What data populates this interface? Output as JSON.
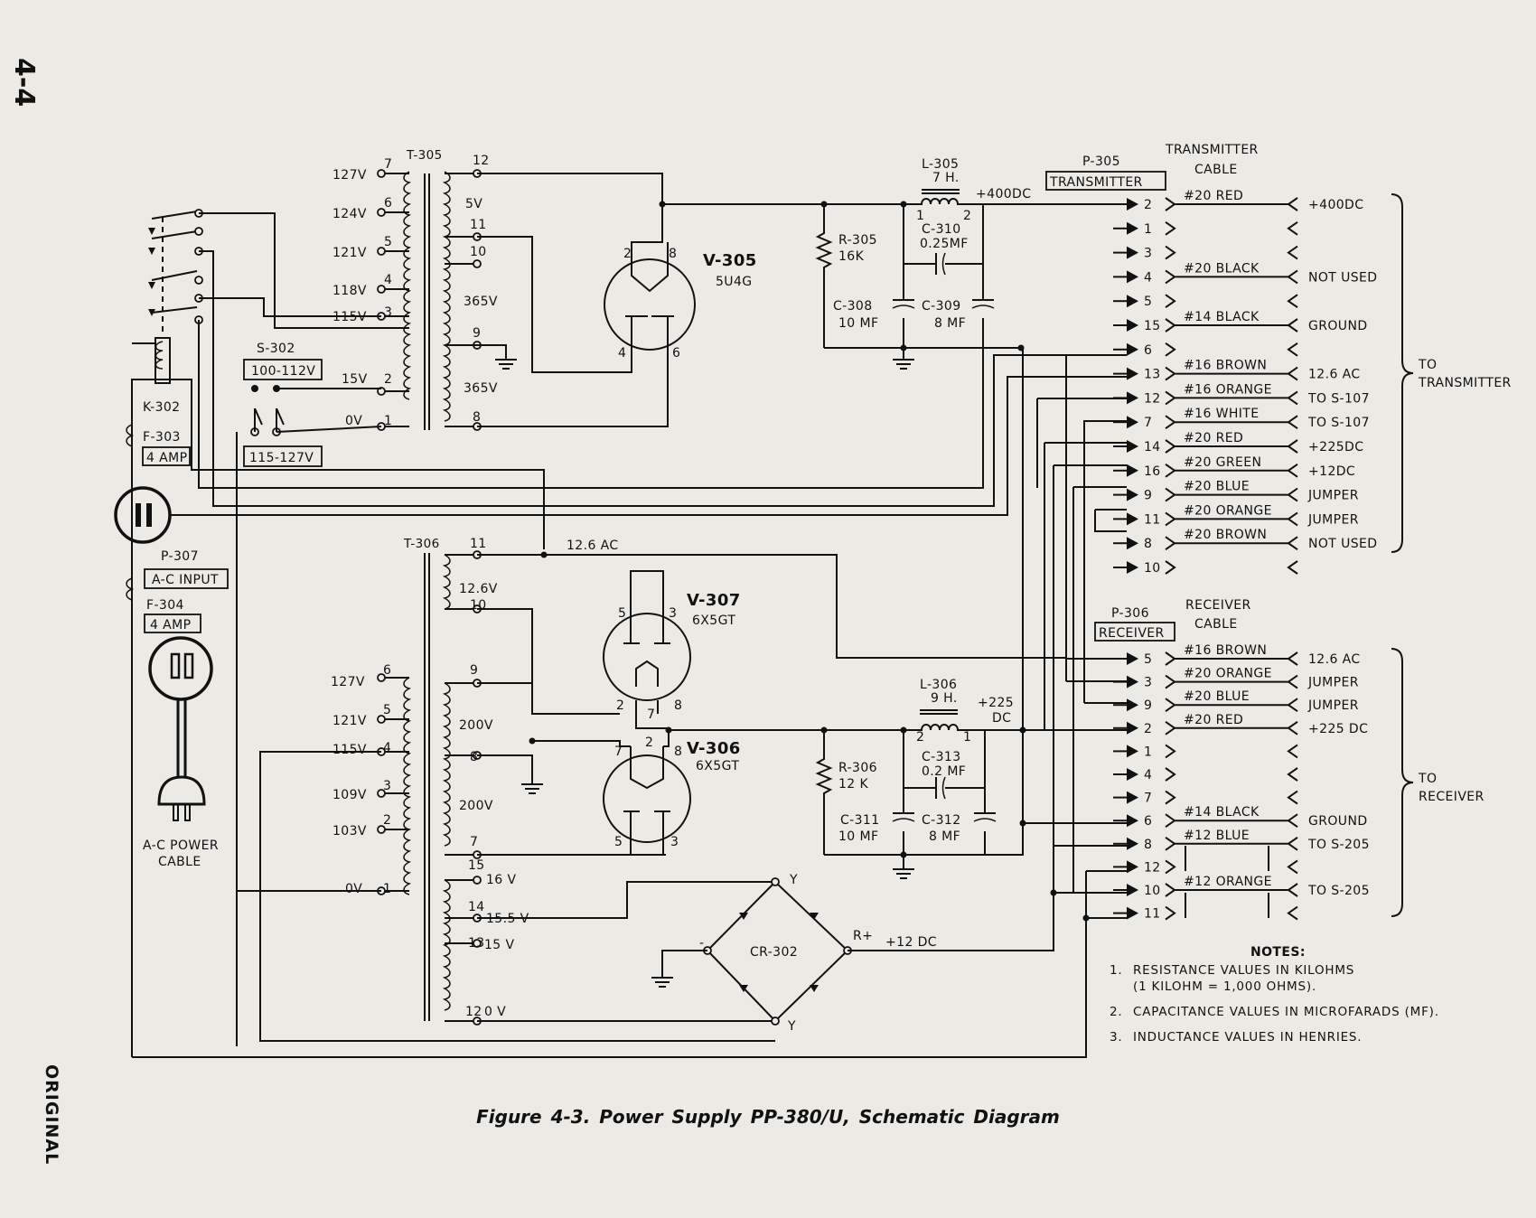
{
  "page_number": "4-4",
  "classification": "ORIGINAL",
  "caption": "Figure 4-3.   Power Supply PP-380/U, Schematic Diagram",
  "components": {
    "t305": "T-305",
    "t306": "T-306",
    "v305": {
      "name": "V-305",
      "type": "5U4G"
    },
    "v306": {
      "name": "V-306",
      "type": "6X5GT"
    },
    "v307": {
      "name": "V-307",
      "type": "6X5GT"
    },
    "l305": {
      "name": "L-305",
      "value": "7 H."
    },
    "l306": {
      "name": "L-306",
      "value": "9 H."
    },
    "r305": {
      "name": "R-305",
      "value": "16K"
    },
    "r306": {
      "name": "R-306",
      "value": "12 K"
    },
    "c308": {
      "name": "C-308",
      "value": "10 MF"
    },
    "c309": {
      "name": "C-309",
      "value": "8 MF"
    },
    "c310": {
      "name": "C-310",
      "value": "0.25MF"
    },
    "c311": {
      "name": "C-311",
      "value": "10 MF"
    },
    "c312": {
      "name": "C-312",
      "value": "8 MF"
    },
    "c313": {
      "name": "C-313",
      "value": "0.2 MF"
    },
    "k302": "K-302",
    "f303": {
      "name": "F-303",
      "value": "4 AMP"
    },
    "f304": {
      "name": "F-304",
      "value": "4 AMP"
    },
    "s302": {
      "name": "S-302",
      "pos1": "100-112V",
      "pos2": "115-127V"
    },
    "p307": {
      "name": "P-307",
      "label": "A-C INPUT"
    },
    "cr302": {
      "name": "CR-302",
      "minus": "-",
      "plus": "R+",
      "y": "Y"
    },
    "power_cable": [
      "A-C POWER",
      "CABLE"
    ]
  },
  "t305_taps": [
    {
      "pin": "7",
      "volts": "127V"
    },
    {
      "pin": "6",
      "volts": "124V"
    },
    {
      "pin": "5",
      "volts": "121V"
    },
    {
      "pin": "4",
      "volts": "118V"
    },
    {
      "pin": "3",
      "volts": "115V"
    },
    {
      "pin": "2",
      "volts": "15V"
    },
    {
      "pin": "1",
      "volts": "0V"
    }
  ],
  "t305_secondary": [
    {
      "pin": "12",
      "label": ""
    },
    {
      "pin": "11",
      "label": "5V"
    },
    {
      "pin": "10",
      "label": ""
    },
    {
      "pin": "9",
      "label": "365V"
    },
    {
      "pin": "8",
      "label": "365V"
    }
  ],
  "t306_taps": [
    {
      "pin": "6",
      "volts": "127V"
    },
    {
      "pin": "5",
      "volts": "121V"
    },
    {
      "pin": "4",
      "volts": "115V"
    },
    {
      "pin": "3",
      "volts": "109V"
    },
    {
      "pin": "2",
      "volts": "103V"
    },
    {
      "pin": "1",
      "volts": "0V"
    }
  ],
  "t306_secondary": [
    {
      "pin": "11",
      "label": "12.6 AC"
    },
    {
      "pin": "10",
      "label": "12.6V"
    },
    {
      "pin": "9",
      "label": ""
    },
    {
      "pin": "8",
      "label": "200V"
    },
    {
      "pin": "7",
      "label": "200V"
    },
    {
      "pin": "15",
      "label": "16 V"
    },
    {
      "pin": "14",
      "label": "15.5 V"
    },
    {
      "pin": "13",
      "label": "15 V"
    },
    {
      "pin": "12",
      "label": "0 V"
    }
  ],
  "tube_pins": {
    "v305": [
      "2",
      "8",
      "4",
      "6"
    ],
    "v307": [
      "5",
      "3",
      "2",
      "7",
      "8"
    ],
    "v306": [
      "7",
      "2",
      "8",
      "5",
      "3"
    ]
  },
  "rails": {
    "r400": "+400DC",
    "r225": [
      "+225",
      "DC"
    ],
    "r12": "+12 DC"
  },
  "transmitter": {
    "connector": "P-305",
    "connector_label": "TRANSMITTER",
    "heading": [
      "TRANSMITTER",
      "CABLE"
    ],
    "brace_label": [
      "TO",
      "TRANSMITTER"
    ],
    "pins": [
      {
        "pin": "2",
        "wire": "#20 RED",
        "signal": "+400DC"
      },
      {
        "pin": "1",
        "wire": "",
        "signal": ""
      },
      {
        "pin": "3",
        "wire": "",
        "signal": ""
      },
      {
        "pin": "4",
        "wire": "#20 BLACK",
        "signal": "NOT USED"
      },
      {
        "pin": "5",
        "wire": "",
        "signal": ""
      },
      {
        "pin": "15",
        "wire": "#14 BLACK",
        "signal": "GROUND"
      },
      {
        "pin": "6",
        "wire": "",
        "signal": ""
      },
      {
        "pin": "13",
        "wire": "#16 BROWN",
        "signal": "12.6 AC"
      },
      {
        "pin": "12",
        "wire": "#16 ORANGE",
        "signal": "TO S-107"
      },
      {
        "pin": "7",
        "wire": "#16 WHITE",
        "signal": "TO S-107"
      },
      {
        "pin": "14",
        "wire": "#20 RED",
        "signal": "+225DC"
      },
      {
        "pin": "16",
        "wire": "#20 GREEN",
        "signal": "+12DC"
      },
      {
        "pin": "9",
        "wire": "#20 BLUE",
        "signal": "JUMPER"
      },
      {
        "pin": "11",
        "wire": "#20 ORANGE",
        "signal": "JUMPER"
      },
      {
        "pin": "8",
        "wire": "#20 BROWN",
        "signal": "NOT USED"
      },
      {
        "pin": "10",
        "wire": "",
        "signal": ""
      }
    ]
  },
  "receiver": {
    "connector": "P-306",
    "connector_label": "RECEIVER",
    "heading": [
      "RECEIVER",
      "CABLE"
    ],
    "brace_label": [
      "TO",
      "RECEIVER"
    ],
    "pins": [
      {
        "pin": "5",
        "wire": "#16 BROWN",
        "signal": "12.6 AC"
      },
      {
        "pin": "3",
        "wire": "#20 ORANGE",
        "signal": "JUMPER"
      },
      {
        "pin": "9",
        "wire": "#20 BLUE",
        "signal": "JUMPER"
      },
      {
        "pin": "2",
        "wire": "#20 RED",
        "signal": "+225 DC"
      },
      {
        "pin": "1",
        "wire": "",
        "signal": ""
      },
      {
        "pin": "4",
        "wire": "",
        "signal": ""
      },
      {
        "pin": "7",
        "wire": "",
        "signal": ""
      },
      {
        "pin": "6",
        "wire": "#14 BLACK",
        "signal": "GROUND"
      },
      {
        "pin": "8",
        "wire": "#12 BLUE",
        "signal": "TO S-205"
      },
      {
        "pin": "12",
        "wire": "",
        "signal": ""
      },
      {
        "pin": "10",
        "wire": "#12 ORANGE",
        "signal": "TO S-205"
      },
      {
        "pin": "11",
        "wire": "",
        "signal": ""
      }
    ]
  },
  "notes": {
    "title": "NOTES:",
    "items": [
      {
        "num": "1.",
        "lines": [
          "RESISTANCE VALUES IN KILOHMS",
          "(1 KILOHM = 1,000 OHMS)."
        ]
      },
      {
        "num": "2.",
        "lines": [
          "CAPACITANCE VALUES IN MICROFARADS (MF)."
        ]
      },
      {
        "num": "3.",
        "lines": [
          "INDUCTANCE VALUES IN HENRIES."
        ]
      }
    ]
  }
}
